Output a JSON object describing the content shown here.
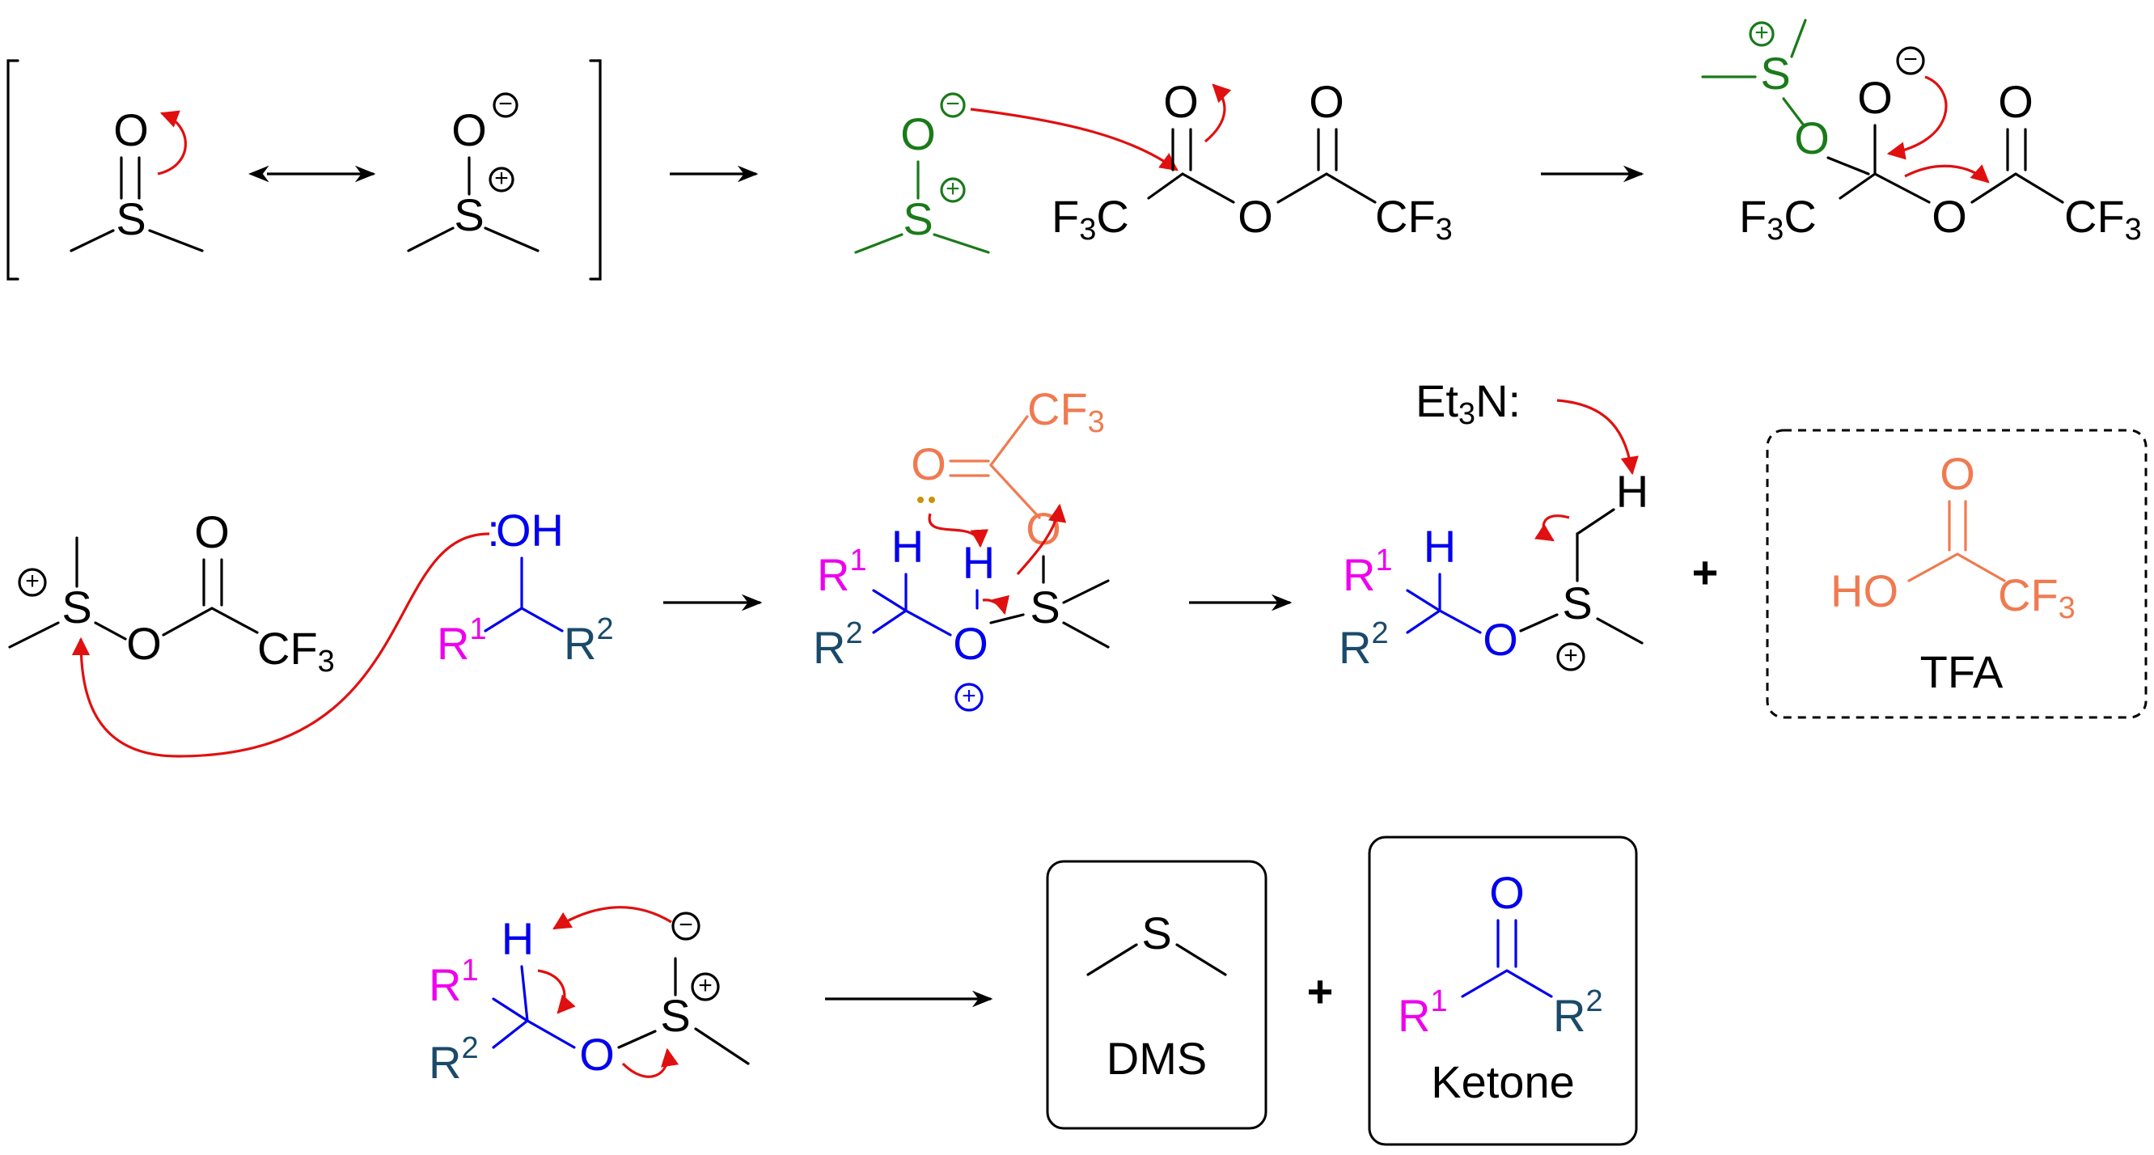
{
  "atoms": {
    "O": "O",
    "S": "S",
    "H": "H",
    "C": "C",
    "F": "F",
    "OH": "OH",
    "HO": "HO",
    "F3C": "F",
    "Et": "Et",
    "N": "N:"
  },
  "subscripts": {
    "three": "3"
  },
  "groups": {
    "r1": "R",
    "r2": "R",
    "one": "1",
    "two": "2",
    "lone_pair": ":"
  },
  "labels": {
    "tfa": "TFA",
    "dms": "DMS",
    "ketone": "Ketone",
    "plus": "+"
  },
  "charges": {
    "plus": "+",
    "minus": "−"
  },
  "colors": {
    "black": "#000000",
    "green": "#1a7a1a",
    "blue": "#0000ee",
    "magenta": "#ee00ee",
    "teal": "#1a4a6a",
    "orange": "#f07a50",
    "red": "#e01010"
  }
}
